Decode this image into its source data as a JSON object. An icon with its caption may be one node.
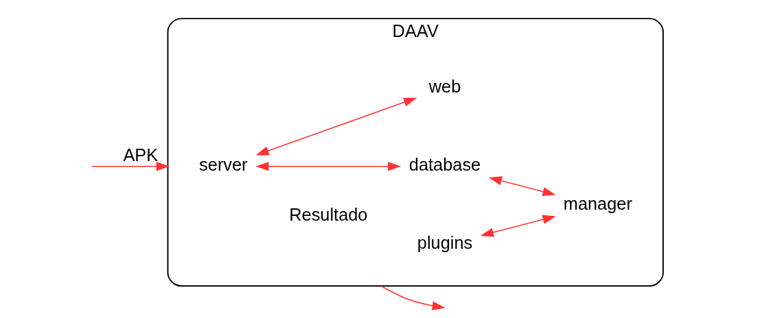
{
  "diagram": {
    "nodes": [
      {
        "text": [
          "DAAV"
        ]
      },
      {
        "text": [
          "server"
        ],
        "in": 0
      },
      {
        "text": [
          "plugins"
        ],
        "in": 0
      },
      {
        "text": [
          "database"
        ],
        "in": 0
      },
      {
        "text": [
          "manager"
        ],
        "in": 0
      },
      {
        "text": [
          "web"
        ],
        "in": 0
      }
    ],
    "edges": [
      {
        "from": null,
        "to": 0,
        "arrow": "to",
        "label": "APK"
      },
      {
        "from": 1,
        "to": 3,
        "arrow": "both"
      },
      {
        "from": 1,
        "to": 5,
        "arrow": "both"
      },
      {
        "from": 2,
        "to": 4,
        "arrow": "both"
      },
      {
        "from": 3,
        "to": 4,
        "arrow": "both"
      },
      {
        "from": 0,
        "to": null,
        "arrow": "to",
        "label": "Resultado"
      }
    ]
  }
}
